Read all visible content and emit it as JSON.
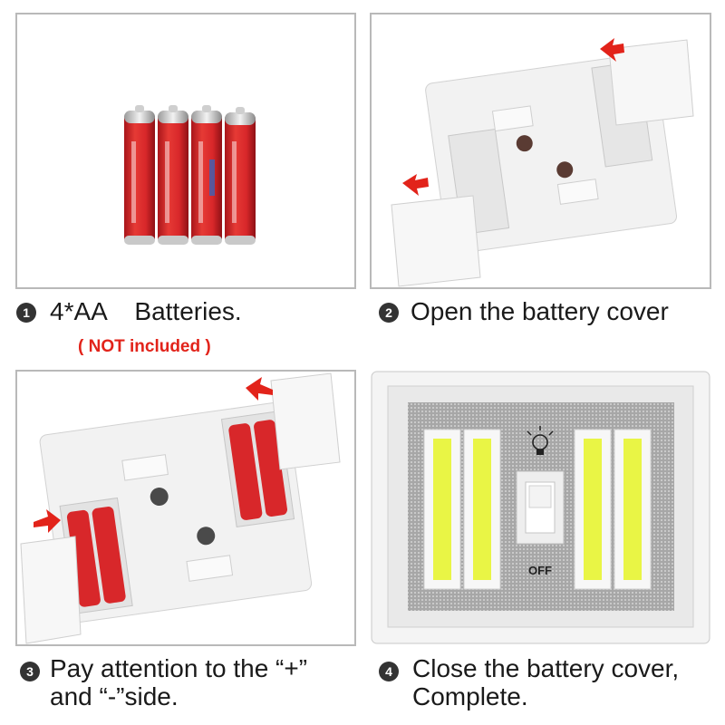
{
  "steps": [
    {
      "number": "1",
      "caption": "4*AA    Batteries.",
      "note": "( NOT included )"
    },
    {
      "number": "2",
      "caption": "Open the battery cover"
    },
    {
      "number": "3",
      "caption": "Pay attention to the “+”\nand “-”side."
    },
    {
      "number": "4",
      "caption": "Close the battery cover,\nComplete."
    }
  ],
  "device": {
    "switch_label": "OFF"
  },
  "colors": {
    "note_red": "#e2231a",
    "battery_red": "#d8272a",
    "panel_border": "#b9b9b9",
    "led_yellow": "#e9f545"
  },
  "icons": [
    "battery-icon",
    "red-arrow-icon",
    "bulb-icon",
    "toggle-switch-icon"
  ]
}
